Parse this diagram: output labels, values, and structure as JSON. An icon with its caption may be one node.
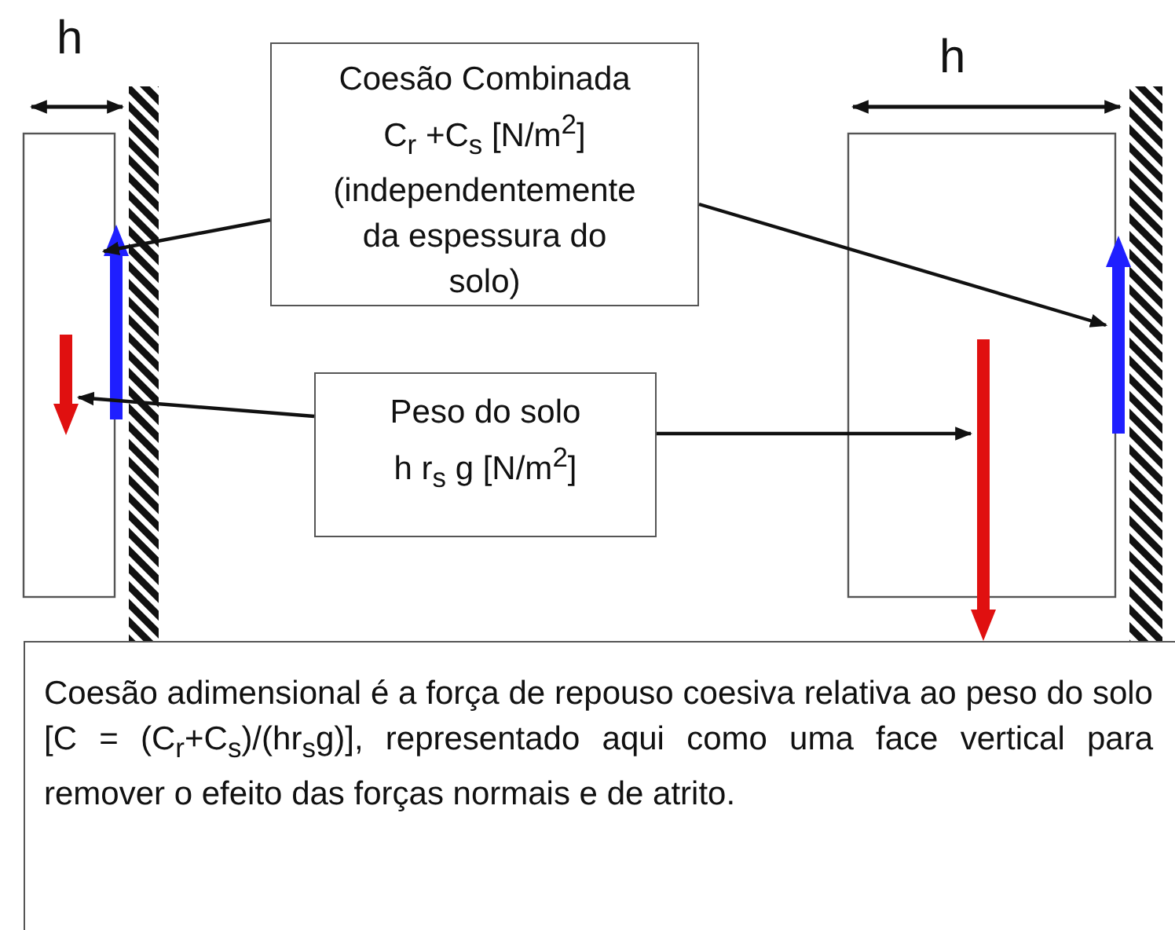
{
  "diagram": {
    "nodes": [
      {
        "text": [
          "Coesão Combinada",
          "C$_{r}$ +C$_{s}$ [N/m$^{2}$]",
          "(independentemente da espessura do solo)"
        ]
      },
      {
        "text": [
          "Peso do solo",
          "h r$_{s}$ g [N/m$^{2}$]"
        ]
      },
      {
        "text": [],
        "shape": "arrow"
      },
      {
        "text": [],
        "shape": "arrow"
      },
      {
        "text": [],
        "shape": "arrow"
      },
      {
        "text": [],
        "shape": "arrow"
      },
      {
        "text": [
          "Coesão adimensional é a força de repouso coesiva relativa ao peso do solo [C = (C$_{r}$+C$_{s}$)/(hr$_{s}$g)], representado aqui como uma face vertical para remover o efeito das forças normais e de atrito."
        ]
      }
    ],
    "edges": [
      {
        "from": 0,
        "to": 2,
        "arrow": "to"
      },
      {
        "from": 0,
        "to": 4,
        "arrow": "to"
      },
      {
        "from": 1,
        "to": 3,
        "arrow": "to"
      },
      {
        "from": 1,
        "to": 5,
        "arrow": "to"
      }
    ],
    "labels": [
      "h",
      "h"
    ]
  }
}
